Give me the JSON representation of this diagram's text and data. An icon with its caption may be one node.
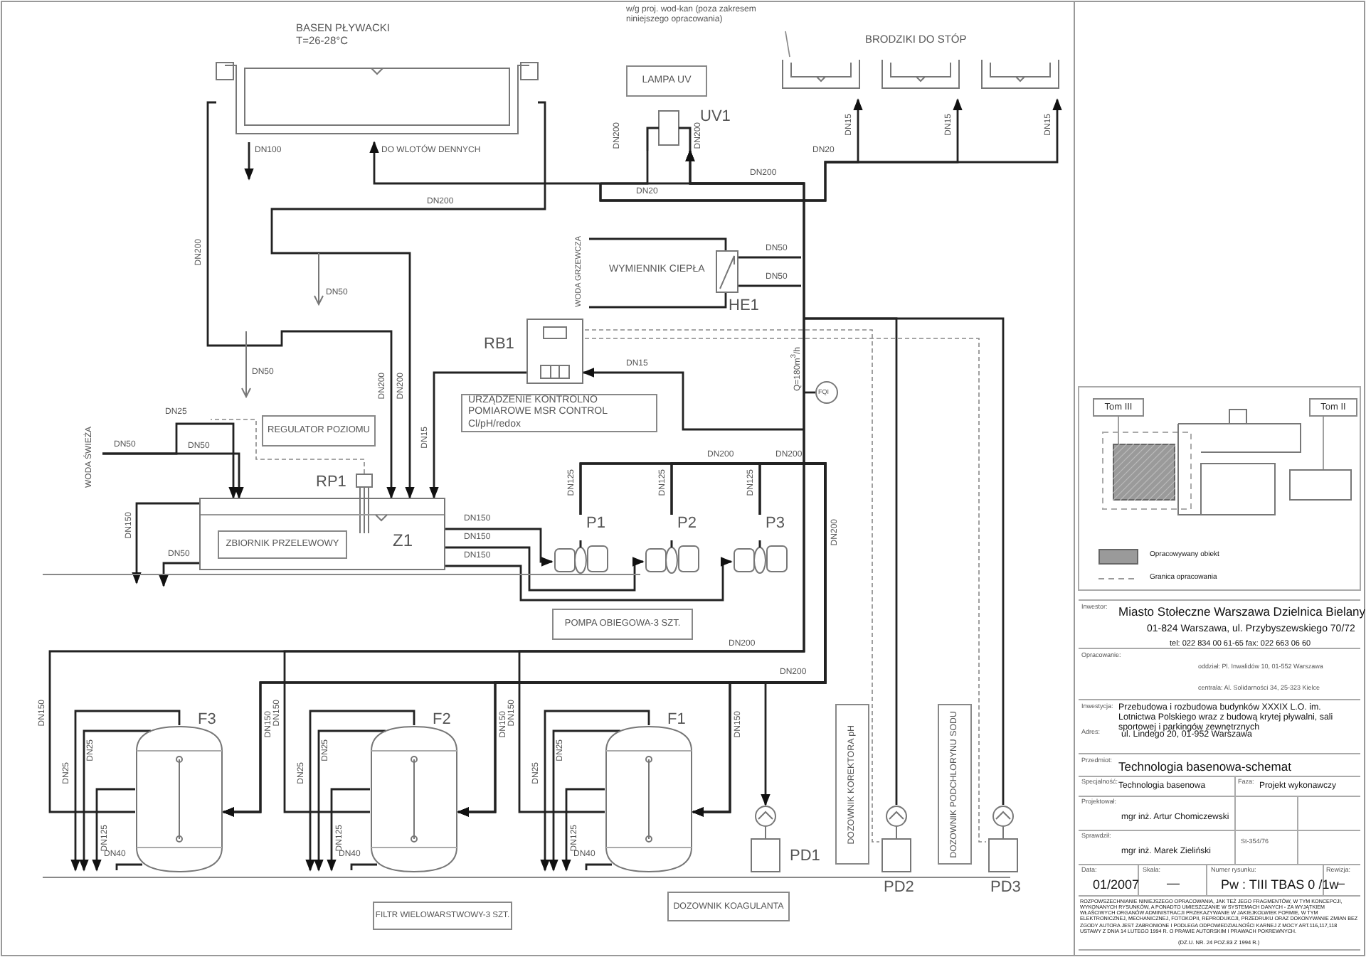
{
  "diagram": {
    "nodes": [
      {
        "text": [
          "BASEN PŁYWACKI T=26-28°C"
        ]
      },
      {
        "text": [
          "LAMPA UV"
        ]
      },
      {
        "text": [
          "UV1"
        ]
      },
      {
        "text": [
          "w/g proj. wod-kan (poza zakresem niniejszego opracowania)"
        ]
      },
      {
        "text": [],
        "shape": "box"
      },
      {
        "text": [],
        "shape": "box"
      },
      {
        "text": [],
        "shape": "box"
      },
      {
        "text": [
          "WODA GRZEWCZA"
        ]
      },
      {
        "text": [
          "HE1"
        ],
        "beside": [
          "WYMIENNIK CIEPŁA"
        ]
      },
      {
        "text": [
          "RB1"
        ]
      },
      {
        "text": [
          "URZĄDZENIE KONTROLNO POMIAROWE MSR CONTROL Cl/pH/redox"
        ]
      },
      {
        "text": [
          "REGULATOR POZIOMU"
        ]
      },
      {
        "text": [
          "RP1"
        ]
      },
      {
        "text": [
          "Z1"
        ]
      },
      {
        "text": [
          "ZBIORNIK PRZELEWOWY"
        ],
        "in": 13
      },
      {
        "text": [
          "P1"
        ]
      },
      {
        "text": [
          "P2"
        ]
      },
      {
        "text": [
          "P3"
        ]
      },
      {
        "text": [
          "POMPA OBIEGOWA-3 SZT."
        ]
      },
      {
        "text": [
          "FQI"
        ],
        "beside": [
          "Q=180m$^{3}$/h"
        ]
      },
      {
        "text": [
          "F3"
        ]
      },
      {
        "text": [
          "F2"
        ]
      },
      {
        "text": [
          "F1"
        ]
      },
      {
        "text": [
          "FILTR WIELOWARSTWOWY-3 SZT."
        ]
      },
      {
        "text": [
          "PD1"
        ]
      },
      {
        "text": [
          "DOZOWNIK KOAGULANTA"
        ]
      },
      {
        "text": [
          "DOZOWNIK KOREKTORA pH"
        ]
      },
      {
        "text": [
          "PD2"
        ]
      },
      {
        "text": [
          "DOZOWNIK PODCHLORYNU SODU"
        ]
      },
      {
        "text": [
          "PD3"
        ]
      },
      {
        "text": [
          "WODA ŚWIEŻA"
        ]
      },
      {
        "text": [
          "Tom III"
        ]
      },
      {
        "text": [
          "Tom II"
        ]
      },
      {
        "text": [],
        "shape": "box"
      },
      {
        "text": [],
        "shape": "box"
      }
    ],
    "edges": [
      {
        "from": 0,
        "to": 13,
        "arrow": "to",
        "label": "DN200"
      },
      {
        "from": 0,
        "to": 13,
        "arrow": "to",
        "label": "DN200"
      },
      {
        "from": 0,
        "to": null,
        "arrow": "to",
        "label": "DN100"
      },
      {
        "from": 2,
        "to": 0,
        "arrow": "to",
        "label": "DO WLOTÓW DENNYCH"
      },
      {
        "from": 7,
        "to": 8,
        "arrow": "none"
      },
      {
        "from": 7,
        "to": 8,
        "arrow": "none"
      },
      {
        "from": null,
        "to": 8,
        "arrow": "none",
        "label": "DN50"
      },
      {
        "from": 8,
        "to": null,
        "arrow": "none",
        "label": "DN50"
      },
      {
        "from": 3,
        "to": 4,
        "arrow": "none",
        "color": "#888888"
      },
      {
        "from": null,
        "to": 4,
        "arrow": "to",
        "label": "DN15"
      },
      {
        "from": null,
        "to": 5,
        "arrow": "to",
        "label": "DN15"
      },
      {
        "from": null,
        "to": 6,
        "arrow": "to",
        "label": "DN15"
      },
      {
        "from": 30,
        "to": 13,
        "arrow": "to",
        "label": "DN50"
      },
      {
        "from": 30,
        "to": 13,
        "arrow": "to",
        "label": "DN25"
      },
      {
        "from": null,
        "to": 9,
        "arrow": "to",
        "label": "DN15"
      },
      {
        "from": 9,
        "to": 13,
        "arrow": "to",
        "label": "DN15"
      },
      {
        "from": 12,
        "to": null,
        "arrow": "none",
        "style": "dashed",
        "color": "#888888"
      },
      {
        "from": 13,
        "to": null,
        "arrow": "to",
        "label": "DN150"
      },
      {
        "from": 13,
        "to": null,
        "arrow": "to",
        "label": "DN50"
      },
      {
        "from": 13,
        "to": 15,
        "arrow": "to",
        "label": "DN150"
      },
      {
        "from": 13,
        "to": 16,
        "arrow": "to",
        "label": "DN150"
      },
      {
        "from": 13,
        "to": 17,
        "arrow": "to",
        "label": "DN150"
      },
      {
        "from": 15,
        "to": 20,
        "arrow": "to"
      },
      {
        "from": 15,
        "to": 21,
        "arrow": "to"
      },
      {
        "from": 15,
        "to": 22,
        "arrow": "to"
      },
      {
        "from": 16,
        "to": 20,
        "arrow": "to"
      },
      {
        "from": 16,
        "to": 21,
        "arrow": "to"
      },
      {
        "from": 16,
        "to": 22,
        "arrow": "to"
      },
      {
        "from": 17,
        "to": 20,
        "arrow": "to"
      },
      {
        "from": 17,
        "to": 21,
        "arrow": "to"
      },
      {
        "from": 17,
        "to": 22,
        "arrow": "to"
      },
      {
        "from": 20,
        "to": 2,
        "arrow": "to",
        "label": "DN150"
      },
      {
        "from": 21,
        "to": 2,
        "arrow": "to",
        "label": "DN150"
      },
      {
        "from": 22,
        "to": 2,
        "arrow": "to",
        "label": "DN150"
      },
      {
        "from": 19,
        "to": null,
        "arrow": "none"
      },
      {
        "from": 9,
        "to": 27,
        "arrow": "none",
        "style": "dashed",
        "color": "#888888"
      },
      {
        "from": 9,
        "to": 29,
        "arrow": "none",
        "style": "dashed",
        "color": "#888888"
      },
      {
        "from": null,
        "to": 24,
        "arrow": "to"
      },
      {
        "from": 27,
        "to": null,
        "arrow": "none"
      },
      {
        "from": 29,
        "to": null,
        "arrow": "none"
      },
      {
        "from": 20,
        "to": null,
        "arrow": "to",
        "label": "DN25"
      },
      {
        "from": 20,
        "to": null,
        "arrow": "to",
        "label": "DN25"
      },
      {
        "from": 20,
        "to": null,
        "arrow": "to",
        "label": "DN125"
      },
      {
        "from": 20,
        "to": null,
        "arrow": "none",
        "label": "DN40"
      },
      {
        "from": 21,
        "to": null,
        "arrow": "to",
        "label": "DN25"
      },
      {
        "from": 21,
        "to": null,
        "arrow": "to",
        "label": "DN25"
      },
      {
        "from": 21,
        "to": null,
        "arrow": "to",
        "label": "DN125"
      },
      {
        "from": 21,
        "to": null,
        "arrow": "none",
        "label": "DN40"
      },
      {
        "from": 22,
        "to": null,
        "arrow": "to",
        "label": "DN25"
      },
      {
        "from": 22,
        "to": null,
        "arrow": "to",
        "label": "DN25"
      },
      {
        "from": 22,
        "to": null,
        "arrow": "to",
        "label": "DN125"
      },
      {
        "from": 22,
        "to": null,
        "arrow": "none",
        "label": "DN40"
      },
      {
        "from": 31,
        "to": 33,
        "arrow": "none",
        "color": "#888888"
      },
      {
        "from": 32,
        "to": 34,
        "arrow": "none",
        "color": "#888888"
      }
    ],
    "labels": [
      "BRODZIKI DO STÓP",
      "DN200",
      "DN200",
      "DN20",
      "DN200",
      "DN20",
      "DN200",
      "DN200",
      "DN50",
      "DN50",
      "DN50",
      "DN125",
      "DN125",
      "DN125",
      "DN200",
      "DN200",
      "DN200",
      "DN200",
      "DN200",
      "DN150",
      "DN150",
      "DN150",
      "Inwestor:",
      "Miasto Stołeczne Warszawa Dzielnica Bielany",
      "01-824 Warszawa, ul. Przybyszewskiego 70/72",
      "tel: 022 834 00 61-65 fax: 022 663 06 60",
      "Opracowanie:",
      "oddział: Pl. Inwalidów 10, 01-552 Warszawa",
      "centrala: Al. Solidarności 34, 25-323 Kielce",
      "Inwestycja:",
      "Przebudowa i rozbudowa budynków XXXIX L.O. im. Lotnictwa Polskiego wraz z budową krytej pływalni, sali sportowej i parkingów zewnętrznych",
      "Adres:",
      "ul. Lindego 20, 01-952 Warszawa",
      "Przedmiot:",
      "Technologia basenowa-schemat",
      "Specjalność:",
      "Technologia basenowa",
      "Faza:",
      "Projekt wykonawczy",
      "Projektował:",
      "mgr inż. Artur Chomiczewski",
      "Sprawdził:",
      "mgr inż. Marek Zieliński",
      "St-354/76",
      "Data:",
      "01/2007",
      "Skala:",
      "—",
      "Numer rysunku:",
      "Pw : TIII TBAS 0 /1w",
      "Rewizja:",
      "–",
      "ROZPOWSZECHNIANIE NINIEJSZEGO OPRACOWANIA, JAK TEŻ JEGO FRAGMENTÓW, W TYM KONCEPCJI, WYKONANYCH RYSUNKÓW, A PONADTO UMIESZCZANIE W SYSTEMACH DANYCH - ZA WYJĄTKIEM WŁAŚCIWYCH ORGANÓW ADMINISTRACJI PRZEKAZYWANIE W JAKIEJKOLWIEK FORMIE, W TYM ELEKTRONICZNEJ, MECHANICZNEJ, FOTOKOPII, REPRODUKCJI, PRZEDRUKU ORAZ DOKONYWANIE ZMIAN BEZ ZGODY AUTORA JEST ZABRONIONE I PODLEGA ODPOWIEDZIALNOŚCI KARNEJ Z MOCY ART.116,117,118 USTAWY Z DNIA 14 LUTEGO 1994 R. O PRAWIE AUTORSKIM I PRAWACH POKREWNYCH.",
      "(DZ.U. NR. 24 POZ.83 Z 1994 R.)"
    ],
    "legend": [
      {
        "text": "Opracowywany obiekt",
        "color": "#9a9a9a"
      },
      {
        "text": "Granica opracowania"
      }
    ]
  }
}
